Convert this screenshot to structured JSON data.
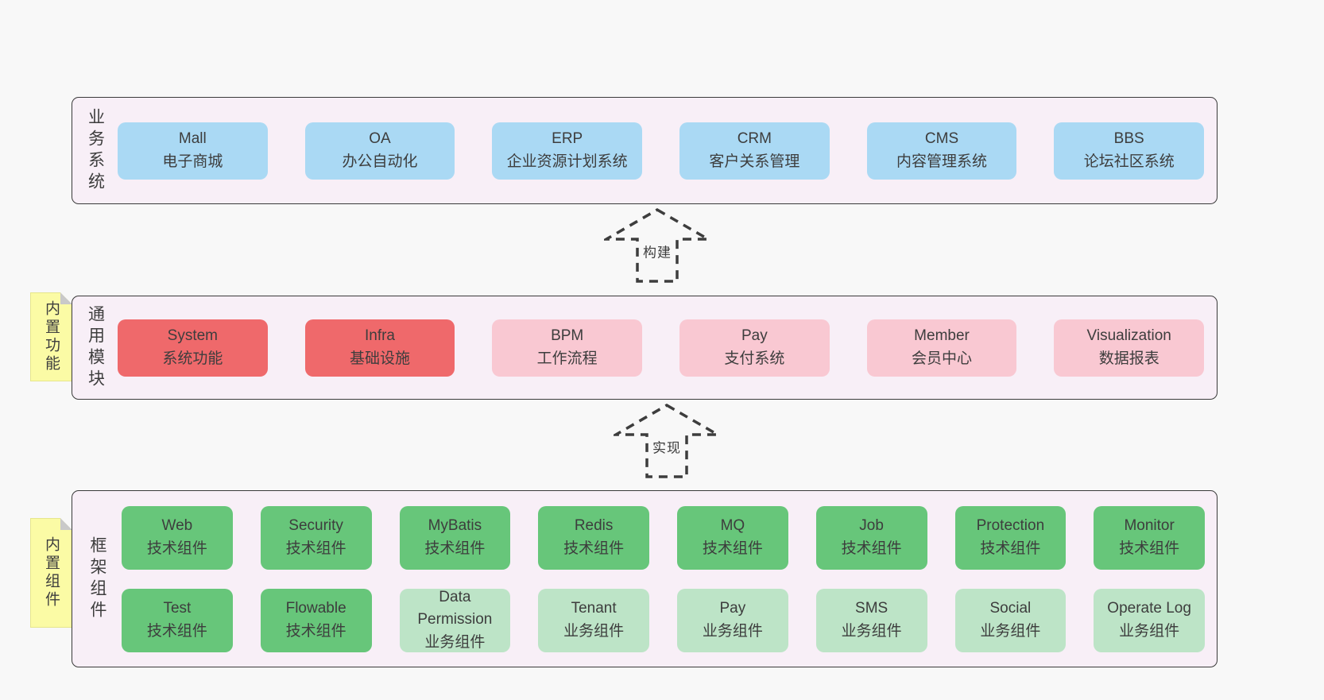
{
  "colors": {
    "pageBg": "#f8f8f8",
    "sectionBg": "#f8eff7",
    "sectionBorder": "#3a3a3a",
    "textColor": "#3d3d3d",
    "blue": "#aad9f4",
    "red": "#ef696b",
    "pink": "#f9c8d2",
    "green": "#67c67a",
    "lightGreen": "#bde4c7",
    "noteBg": "#fbfba5",
    "noteFold": "#c9c9c9",
    "noteBorder": "#e6e68c"
  },
  "arrows": [
    {
      "label": "构建"
    },
    {
      "label": "实现"
    }
  ],
  "sections": {
    "business": {
      "label": "业务系统",
      "boxes": [
        {
          "en": "Mall",
          "zh": "电子商城",
          "variant": "blue"
        },
        {
          "en": "OA",
          "zh": "办公自动化",
          "variant": "blue"
        },
        {
          "en": "ERP",
          "zh": "企业资源计划系统",
          "variant": "blue"
        },
        {
          "en": "CRM",
          "zh": "客户关系管理",
          "variant": "blue"
        },
        {
          "en": "CMS",
          "zh": "内容管理系统",
          "variant": "blue"
        },
        {
          "en": "BBS",
          "zh": "论坛社区系统",
          "variant": "blue"
        }
      ]
    },
    "modules": {
      "label": "通用模块",
      "note": "内置功能",
      "boxes": [
        {
          "en": "System",
          "zh": "系统功能",
          "variant": "red"
        },
        {
          "en": "Infra",
          "zh": "基础设施",
          "variant": "red"
        },
        {
          "en": "BPM",
          "zh": "工作流程",
          "variant": "pink"
        },
        {
          "en": "Pay",
          "zh": "支付系统",
          "variant": "pink"
        },
        {
          "en": "Member",
          "zh": "会员中心",
          "variant": "pink"
        },
        {
          "en": "Visualization",
          "zh": "数据报表",
          "variant": "pink"
        }
      ]
    },
    "framework": {
      "label": "框架组件",
      "note": "内置组件",
      "row1": [
        {
          "en": "Web",
          "zh": "技术组件",
          "variant": "green"
        },
        {
          "en": "Security",
          "zh": "技术组件",
          "variant": "green"
        },
        {
          "en": "MyBatis",
          "zh": "技术组件",
          "variant": "green"
        },
        {
          "en": "Redis",
          "zh": "技术组件",
          "variant": "green"
        },
        {
          "en": "MQ",
          "zh": "技术组件",
          "variant": "green"
        },
        {
          "en": "Job",
          "zh": "技术组件",
          "variant": "green"
        },
        {
          "en": "Protection",
          "zh": "技术组件",
          "variant": "green"
        },
        {
          "en": "Monitor",
          "zh": "技术组件",
          "variant": "green"
        }
      ],
      "row2": [
        {
          "en": "Test",
          "zh": "技术组件",
          "variant": "green"
        },
        {
          "en": "Flowable",
          "zh": "技术组件",
          "variant": "green"
        },
        {
          "en": "Data Permission",
          "zh": "业务组件",
          "variant": "lightgreen"
        },
        {
          "en": "Tenant",
          "zh": "业务组件",
          "variant": "lightgreen"
        },
        {
          "en": "Pay",
          "zh": "业务组件",
          "variant": "lightgreen"
        },
        {
          "en": "SMS",
          "zh": "业务组件",
          "variant": "lightgreen"
        },
        {
          "en": "Social",
          "zh": "业务组件",
          "variant": "lightgreen"
        },
        {
          "en": "Operate Log",
          "zh": "业务组件",
          "variant": "lightgreen"
        }
      ]
    }
  }
}
